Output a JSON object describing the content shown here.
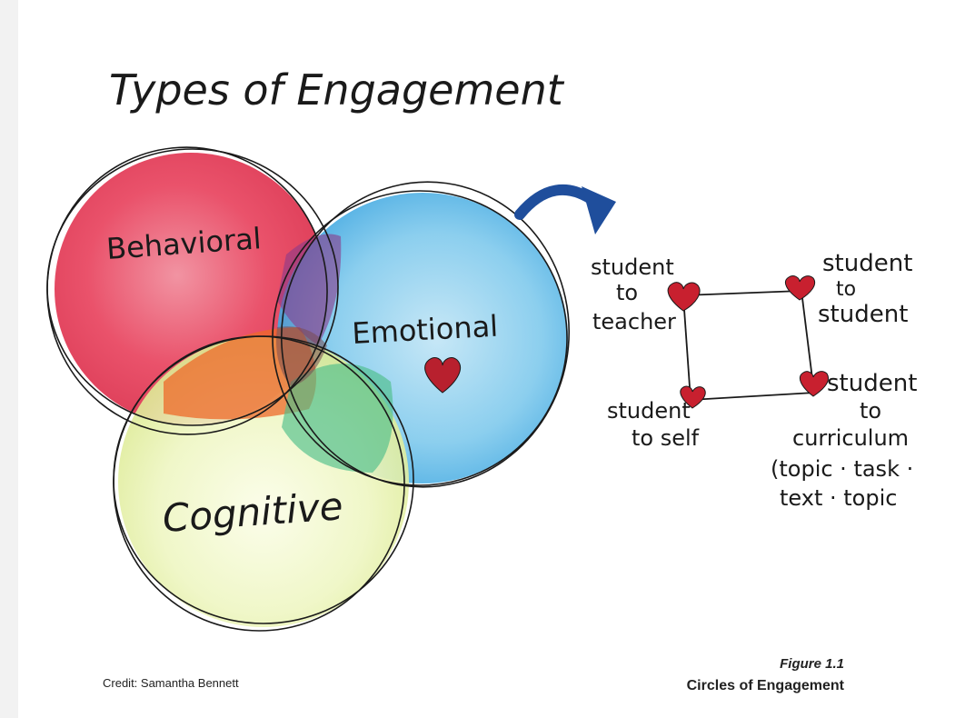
{
  "title": "Types of Engagement",
  "circles": [
    {
      "label": "Behavioral",
      "color": "#e8435e"
    },
    {
      "label": "Emotional",
      "color": "#49b3e6"
    },
    {
      "label": "Cognitive",
      "color": "#e4ef9a"
    }
  ],
  "relationships": {
    "top_left": [
      "student",
      "to",
      "teacher"
    ],
    "top_right": [
      "student",
      "to",
      "student"
    ],
    "bottom_left": [
      "student",
      "to self"
    ],
    "bottom_right": [
      "student",
      "to",
      "curriculum",
      "(topic · task ·",
      "text · topic"
    ]
  },
  "colors": {
    "heart": "#c8202f",
    "arrow": "#1f4e9c",
    "ink": "#1a1a1a"
  },
  "credit": "Credit: Samantha Bennett",
  "figure_number": "Figure 1.1",
  "figure_title": "Circles of Engagement"
}
